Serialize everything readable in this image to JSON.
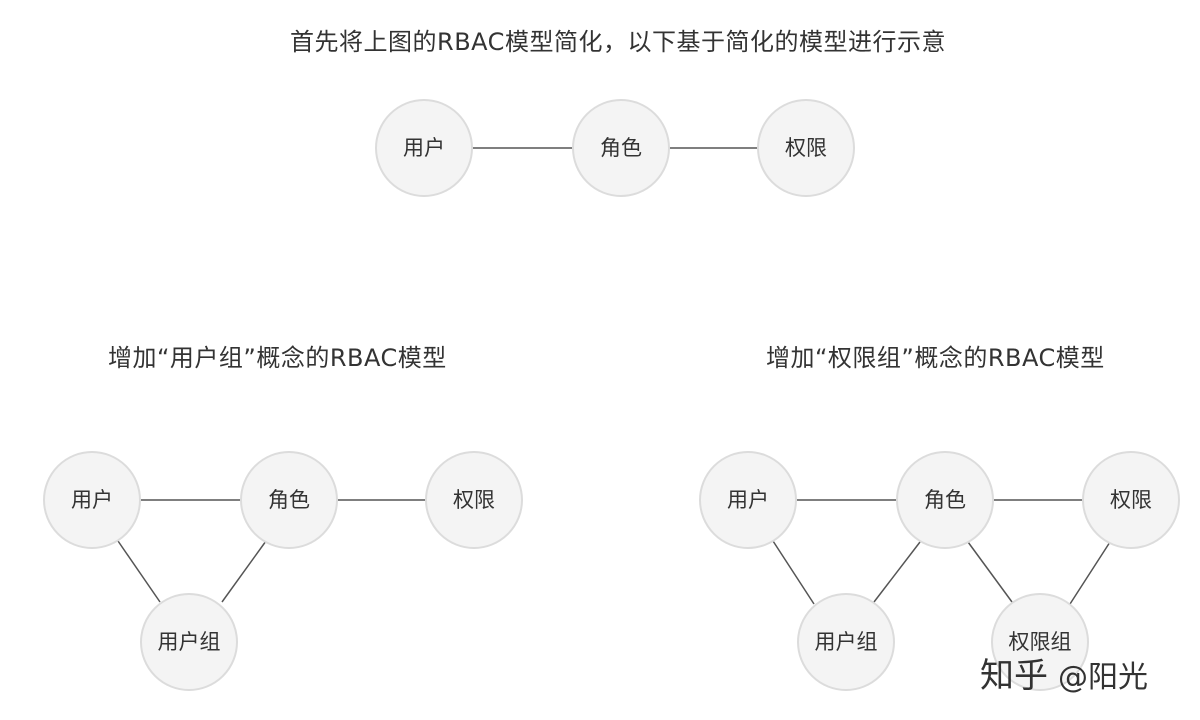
{
  "captions": {
    "top": "首先将上图的RBAC模型简化，以下基于简化的模型进行示意",
    "left": "增加“用户组”概念的RBAC模型",
    "right": "增加“权限组”概念的RBAC模型"
  },
  "diagrams": {
    "basic": {
      "nodes": [
        "用户",
        "角色",
        "权限"
      ],
      "edges": [
        [
          "用户",
          "角色"
        ],
        [
          "角色",
          "权限"
        ]
      ]
    },
    "user_group": {
      "nodes": [
        "用户",
        "角色",
        "权限",
        "用户组"
      ],
      "edges": [
        [
          "用户",
          "角色"
        ],
        [
          "角色",
          "权限"
        ],
        [
          "用户",
          "用户组"
        ],
        [
          "用户组",
          "角色"
        ]
      ]
    },
    "permission_group": {
      "nodes": [
        "用户",
        "角色",
        "权限",
        "用户组",
        "权限组"
      ],
      "edges": [
        [
          "用户",
          "角色"
        ],
        [
          "角色",
          "权限"
        ],
        [
          "用户",
          "用户组"
        ],
        [
          "用户组",
          "角色"
        ],
        [
          "角色",
          "权限组"
        ],
        [
          "权限组",
          "权限"
        ]
      ]
    }
  },
  "watermark": {
    "site": "知乎",
    "author": "@阳光"
  },
  "colors": {
    "node_fill": "#f4f4f4",
    "node_stroke": "#dcdcdc",
    "edge": "#555555",
    "text": "#333333"
  }
}
